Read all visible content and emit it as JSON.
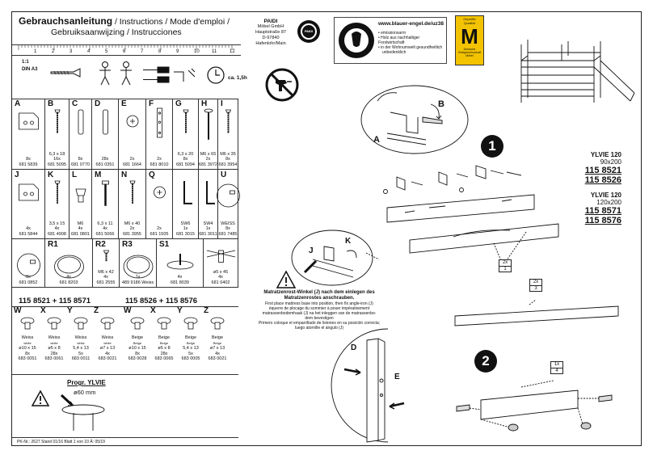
{
  "header": {
    "title": "Gebrauchsanleitung",
    "title_rest": " / Instructions / Mode d'emploi /",
    "subtitle": "Gebruiksaanwijzing / Instrucciones",
    "company": [
      "PAIDI",
      "Möbel GmbH",
      "Hauptstraße 87",
      "D-97840 Hafenlohr/Main"
    ],
    "logo_text": "PAIDI",
    "scale": [
      "1:1",
      "DIN A3"
    ],
    "ruler_ticks": [
      "1",
      "2",
      "3",
      "4",
      "5",
      "6",
      "7",
      "8",
      "9",
      "10",
      "11",
      "12"
    ],
    "time": "ca. 1,5h",
    "eco_url": "www.blauer-engel.de/uz38",
    "eco_points": [
      "• emissionsarm",
      "• Holz aus nachhaltiger Forstwirtschaft",
      "• in der Wohnumwelt gesundheitlich",
      "unbedenklich"
    ],
    "quality_badge": [
      "Geprüfte",
      "Qualität",
      "Deutsche",
      "Gütegemeinschaft",
      "Möbel"
    ]
  },
  "parts_row1": [
    {
      "letter": "A",
      "lines": [
        "8x",
        "681 5839"
      ]
    },
    {
      "letter": "B",
      "lines": [
        "6,3 x 18",
        "16x",
        "681 5095"
      ]
    },
    {
      "letter": "C",
      "lines": [
        "8x",
        "681 0770"
      ]
    },
    {
      "letter": "D",
      "lines": [
        "28x",
        "681 0351"
      ]
    },
    {
      "letter": "E",
      "lines": [
        "2x",
        "681 1664"
      ]
    },
    {
      "letter": "F",
      "lines": [
        "2x",
        "681 8010"
      ]
    },
    {
      "letter": "G",
      "lines": [
        "6,3 x 20",
        "8x",
        "681 5094"
      ]
    },
    {
      "letter": "H",
      "lines": [
        "M6 x 65",
        "2x",
        "681 3972"
      ]
    },
    {
      "letter": "I",
      "lines": [
        "M6 x 35",
        "8x",
        "681 3954"
      ]
    }
  ],
  "parts_row2": [
    {
      "letter": "J",
      "lines": [
        "4x",
        "681 5844"
      ]
    },
    {
      "letter": "K",
      "lines": [
        "3,5 x 15",
        "4x",
        "681 4908"
      ]
    },
    {
      "letter": "L",
      "lines": [
        "M6",
        "4x",
        "681 0801"
      ]
    },
    {
      "letter": "M",
      "lines": [
        "6,3 x 11",
        "4x",
        "681 5066"
      ]
    },
    {
      "letter": "N",
      "lines": [
        "M6 x 40",
        "2x",
        "681 3955"
      ]
    },
    {
      "letter": "Q",
      "lines": [
        "2x",
        "681 1505"
      ]
    },
    {
      "letter": "",
      "lines": [
        "SW6",
        "1x",
        "681 3015"
      ]
    },
    {
      "letter": "",
      "lines": [
        "SW4",
        "1x",
        "681 3011"
      ]
    },
    {
      "letter": "U",
      "lines": [
        "WEISS",
        "8x",
        "681 7485"
      ]
    }
  ],
  "parts_row3": [
    {
      "letter": "",
      "lines": [
        "8x",
        "681 0852"
      ]
    },
    {
      "letter": "R1",
      "lines": [
        "4x",
        "681 8203"
      ]
    },
    {
      "letter": "R2",
      "lines": [
        "M6 x 42",
        "4x",
        "681 2555"
      ]
    },
    {
      "letter": "R3",
      "lines": [
        "1x",
        "489 9186   Weiss"
      ]
    },
    {
      "letter": "S1",
      "lines": [
        "4x",
        "681 8039"
      ]
    },
    {
      "letter": "",
      "lines": [
        "ø5 x 45",
        "4x",
        "681 0402"
      ]
    }
  ],
  "variants": {
    "left_title": "115 8521 + 115 8571",
    "right_title": "115 8526 + 115 8576",
    "left": [
      {
        "letter": "W",
        "lines": [
          "Weiss",
          "white",
          "ø10 x 15",
          "8x",
          "683 0051"
        ]
      },
      {
        "letter": "X",
        "lines": [
          "Weiss",
          "white",
          "ø5 x 8",
          "28x",
          "683 0061"
        ]
      },
      {
        "letter": "Y",
        "lines": [
          "Weiss",
          "white",
          "5,4 x 13",
          "5x",
          "683 0011"
        ]
      },
      {
        "letter": "Z",
        "lines": [
          "Weiss",
          "white",
          "ø7 x 13",
          "4x",
          "683 0021"
        ]
      }
    ],
    "right": [
      {
        "letter": "W",
        "lines": [
          "Beige",
          "Beige",
          "ø10 x 15",
          "8x",
          "683 0028"
        ]
      },
      {
        "letter": "X",
        "lines": [
          "Beige",
          "Beige",
          "ø5 x 8",
          "28x",
          "683 0065"
        ]
      },
      {
        "letter": "Y",
        "lines": [
          "Beige",
          "Beige",
          "5,4 x 13",
          "5x",
          "683 0005"
        ]
      },
      {
        "letter": "Z",
        "lines": [
          "Beige",
          "Beige",
          "ø7 x 13",
          "4x",
          "683 0021"
        ]
      }
    ]
  },
  "warning_note": {
    "prog": "Progr. YLVIE",
    "dim": "ø60 mm"
  },
  "footer": "PK-Nr.: 2627   Stand 01/16   Blatt 1 von 10   Ä: 05/19",
  "models": [
    {
      "name": "YLVIE 120",
      "size": "90x200",
      "articles": [
        "115 8521",
        "115 8526"
      ]
    },
    {
      "name": "YLVIE 120",
      "size": "120x200",
      "articles": [
        "115 8571",
        "115 8576"
      ]
    }
  ],
  "steps": {
    "step1": "1",
    "step2": "2",
    "detail_A": "A",
    "detail_B": "B",
    "detail_J": "J",
    "detail_K": "K",
    "detail_D": "D",
    "detail_E": "E",
    "box1": [
      "2x",
      "1"
    ],
    "box2": [
      "2x",
      "3"
    ],
    "box3": [
      "1x",
      "4"
    ],
    "caution_title": "Matratzenrost-Winkel (J) nach dem einlegen des Matratzenrostes anschrauben.",
    "caution_lines": [
      "First place mattress base into position, then fix angle-iron (J)",
      "équerre de plocage du sommier à poser impérativement",
      "matrassenbodemhaak (J) na het inleggen van de matrassenbo-",
      "dem bevestigen",
      "Primero coloque el emparrillado de listones en su posición correcta;",
      "luego atornille el ángulo (J)"
    ]
  }
}
